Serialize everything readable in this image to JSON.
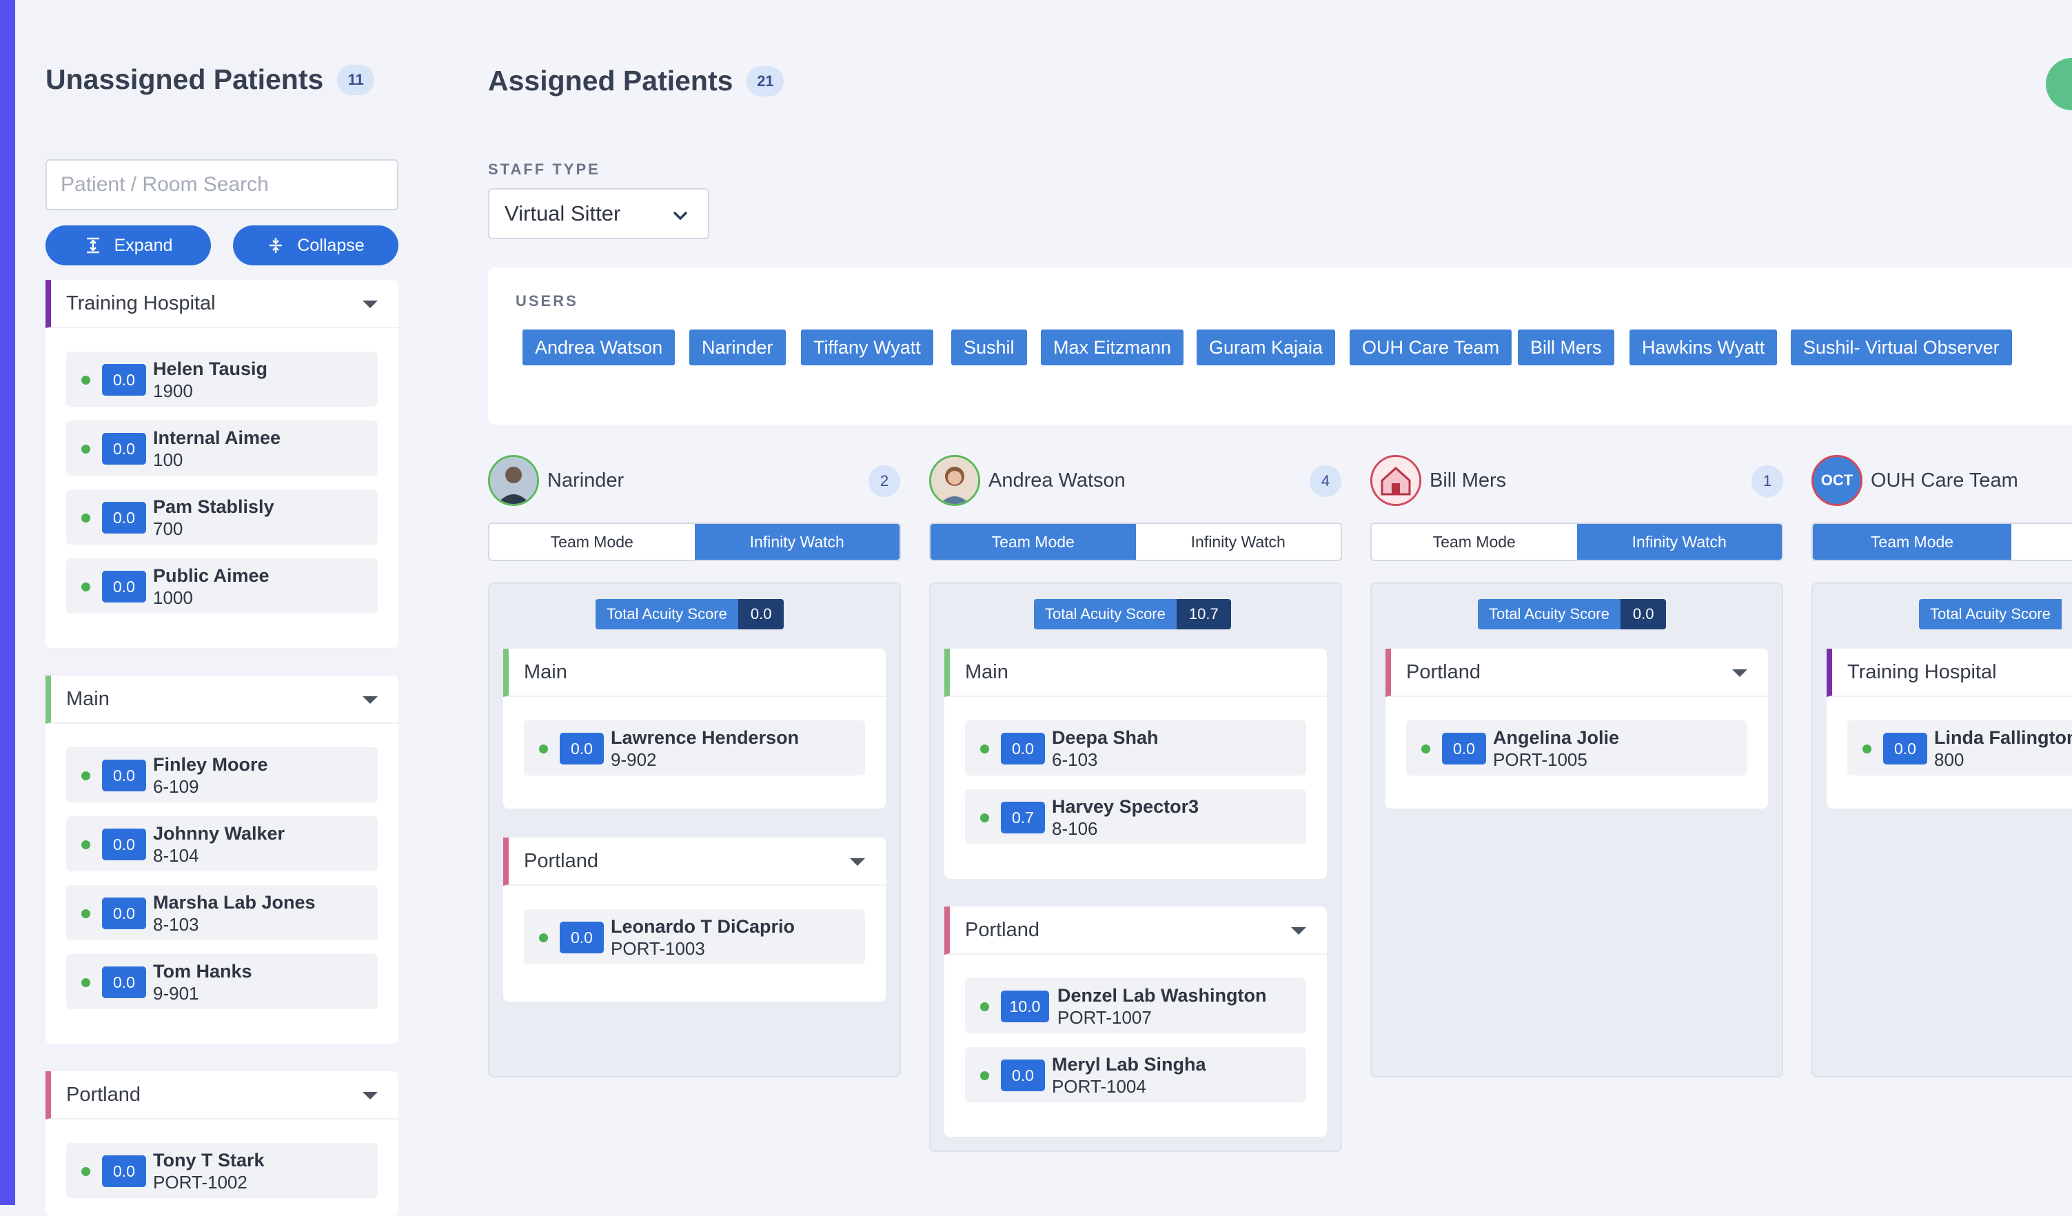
{
  "unassigned": {
    "title": "Unassigned Patients",
    "count": "11",
    "search_placeholder": "Patient / Room Search",
    "expand_label": "Expand",
    "collapse_label": "Collapse",
    "groups": [
      {
        "name": "Training Hospital",
        "color": "#7b2fa6",
        "patients": [
          {
            "score": "0.0",
            "name": "Helen Tausig",
            "room": "1900"
          },
          {
            "score": "0.0",
            "name": "Internal Aimee",
            "room": "100"
          },
          {
            "score": "0.0",
            "name": "Pam Stablisly",
            "room": "700"
          },
          {
            "score": "0.0",
            "name": "Public Aimee",
            "room": "1000"
          }
        ]
      },
      {
        "name": "Main",
        "color": "#7cc57e",
        "patients": [
          {
            "score": "0.0",
            "name": "Finley Moore",
            "room": "6-109"
          },
          {
            "score": "0.0",
            "name": "Johnny Walker",
            "room": "8-104"
          },
          {
            "score": "0.0",
            "name": "Marsha Lab Jones",
            "room": "8-103"
          },
          {
            "score": "0.0",
            "name": "Tom Hanks",
            "room": "9-901"
          }
        ]
      },
      {
        "name": "Portland",
        "color": "#d2698a",
        "patients": [
          {
            "score": "0.0",
            "name": "Tony T Stark",
            "room": "PORT-1002"
          }
        ]
      }
    ]
  },
  "assigned": {
    "title": "Assigned Patients",
    "count": "21",
    "staff_type_label": "STAFF TYPE",
    "staff_type_value": "Virtual Sitter",
    "users_label": "USERS",
    "users": [
      "Andrea Watson",
      "Narinder",
      "Tiffany Wyatt",
      "Sushil",
      "Max Eitzmann",
      "Guram Kajaia",
      "OUH Care Team",
      "Bill Mers",
      "Hawkins Wyatt",
      "Sushil- Virtual Observer"
    ],
    "team_mode_label": "Team Mode",
    "infinity_watch_label": "Infinity Watch",
    "acuity_label": "Total Acuity Score",
    "staff": [
      {
        "name": "Narinder",
        "count": "2",
        "avatar_text": "",
        "acuity": "0.0",
        "mode": "Infinity Watch",
        "groups": [
          {
            "name": "Main",
            "color": "#7cc57e",
            "patients": [
              {
                "score": "0.0",
                "name": "Lawrence Henderson",
                "room": "9-902"
              }
            ]
          },
          {
            "name": "Portland",
            "color": "#d2698a",
            "patients": [
              {
                "score": "0.0",
                "name": "Leonardo T DiCaprio",
                "room": "PORT-1003"
              }
            ]
          }
        ]
      },
      {
        "name": "Andrea Watson",
        "count": "4",
        "avatar_text": "",
        "acuity": "10.7",
        "mode": "Team Mode",
        "groups": [
          {
            "name": "Main",
            "color": "#7cc57e",
            "patients": [
              {
                "score": "0.0",
                "name": "Deepa Shah",
                "room": "6-103"
              },
              {
                "score": "0.7",
                "name": "Harvey Spector3",
                "room": "8-106"
              }
            ]
          },
          {
            "name": "Portland",
            "color": "#d2698a",
            "patients": [
              {
                "score": "10.0",
                "name": "Denzel Lab Washington",
                "room": "PORT-1007"
              },
              {
                "score": "0.0",
                "name": "Meryl Lab Singha",
                "room": "PORT-1004"
              }
            ]
          }
        ]
      },
      {
        "name": "Bill Mers",
        "count": "1",
        "avatar_text": "",
        "acuity": "0.0",
        "mode": "Infinity Watch",
        "groups": [
          {
            "name": "Portland",
            "color": "#d2698a",
            "patients": [
              {
                "score": "0.0",
                "name": "Angelina Jolie",
                "room": "PORT-1005"
              }
            ]
          }
        ]
      },
      {
        "name": "OUH Care Team",
        "count": "",
        "avatar_text": "OCT",
        "acuity": "",
        "mode": "Team Mode",
        "groups": [
          {
            "name": "Training Hospital",
            "color": "#7b2fa6",
            "patients": [
              {
                "score": "0.0",
                "name": "Linda Fallington",
                "room": "800"
              }
            ]
          }
        ]
      }
    ]
  }
}
